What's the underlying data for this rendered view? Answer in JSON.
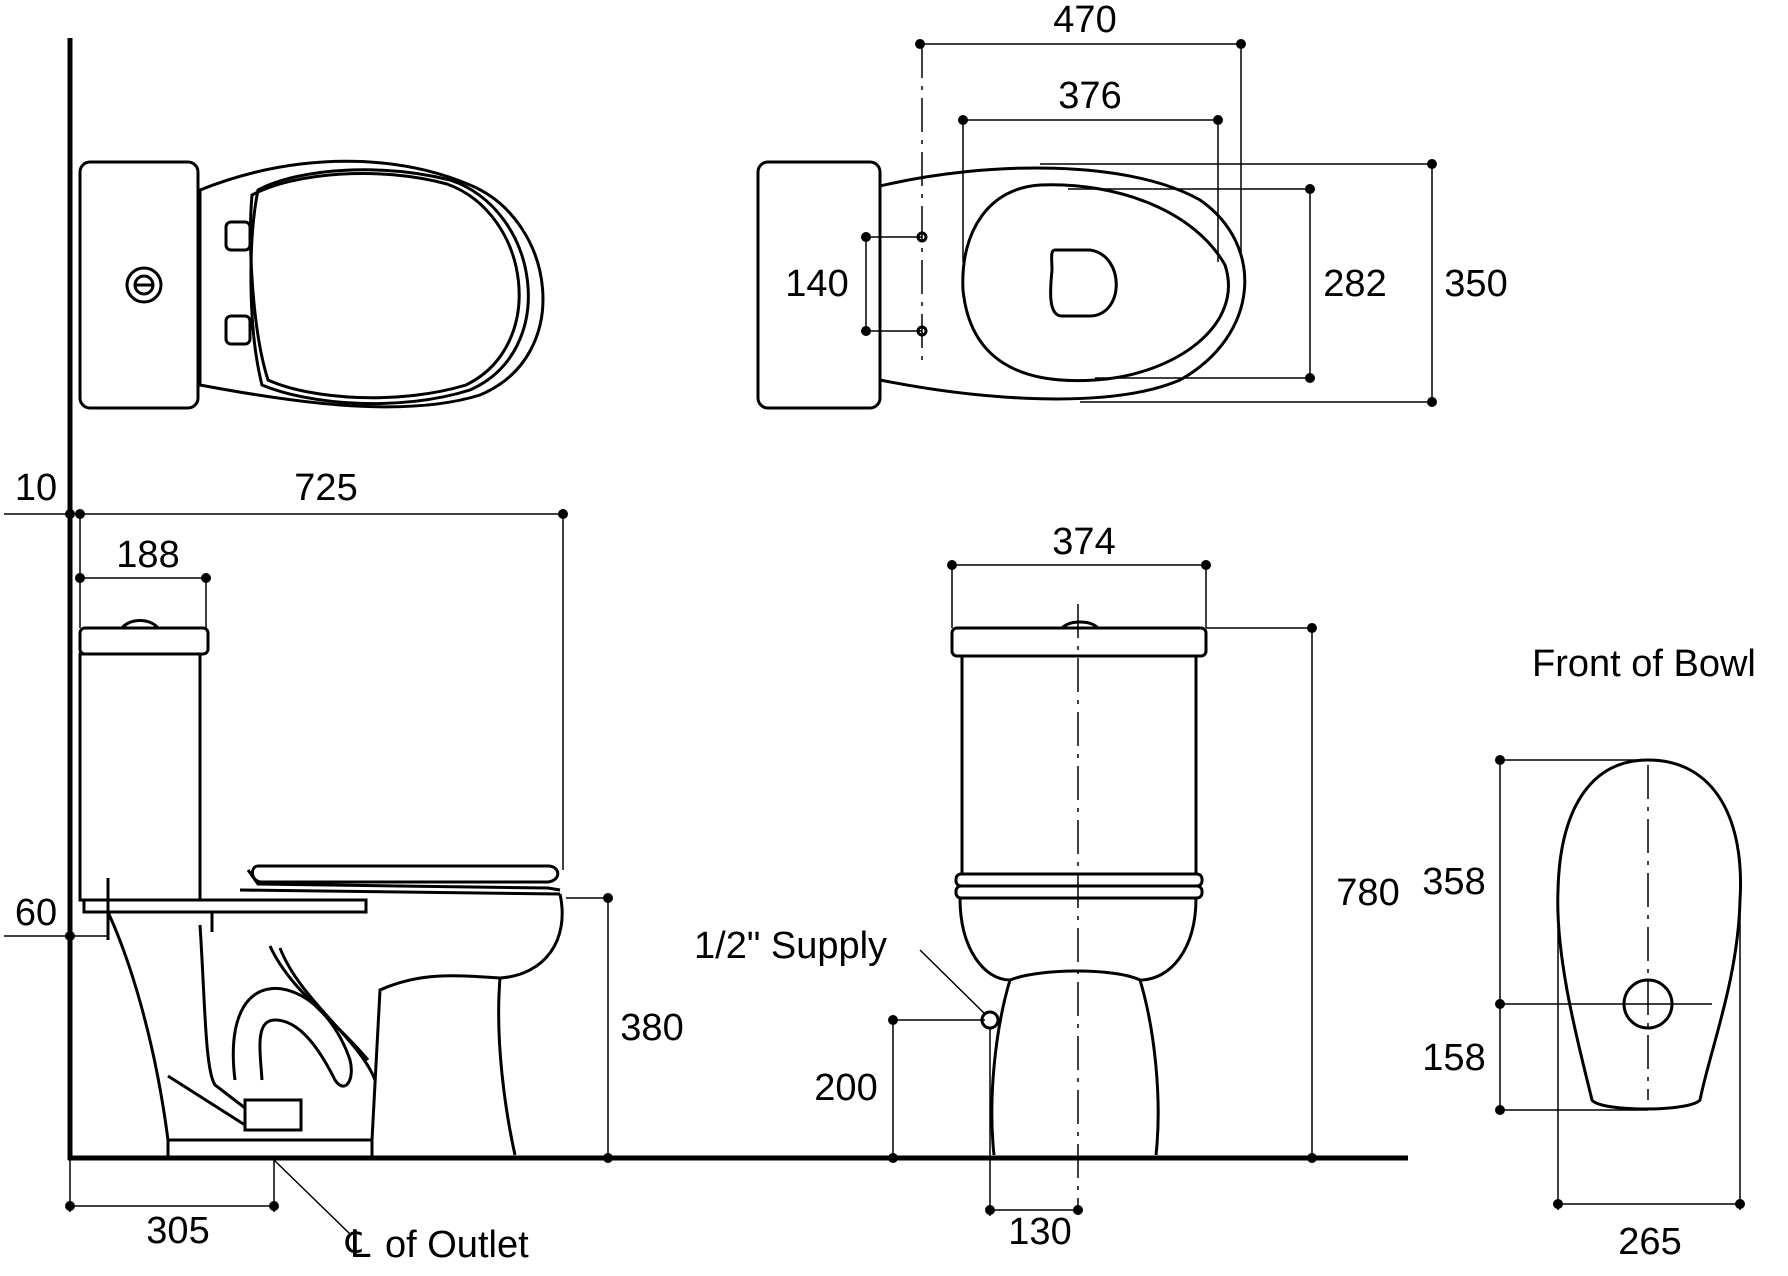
{
  "dimensions": {
    "top_width_470": "470",
    "top_seat_376": "376",
    "top_holes_140": "140",
    "top_seat_282": "282",
    "top_width_350": "350",
    "wall_gap_10": "10",
    "overall_length_725": "725",
    "tank_depth_188": "188",
    "floor_gap_60": "60",
    "seat_height_380": "380",
    "outlet_305": "305",
    "tank_width_374": "374",
    "overall_height_780": "780",
    "supply_height_200": "200",
    "supply_offset_130": "130",
    "bowl_front_358": "358",
    "bowl_front_158": "158",
    "bowl_width_265": "265"
  },
  "labels": {
    "front_of_bowl": "Front of Bowl",
    "supply": "1/2\" Supply",
    "outlet": "of Outlet",
    "centerline_symbol": "℄"
  }
}
